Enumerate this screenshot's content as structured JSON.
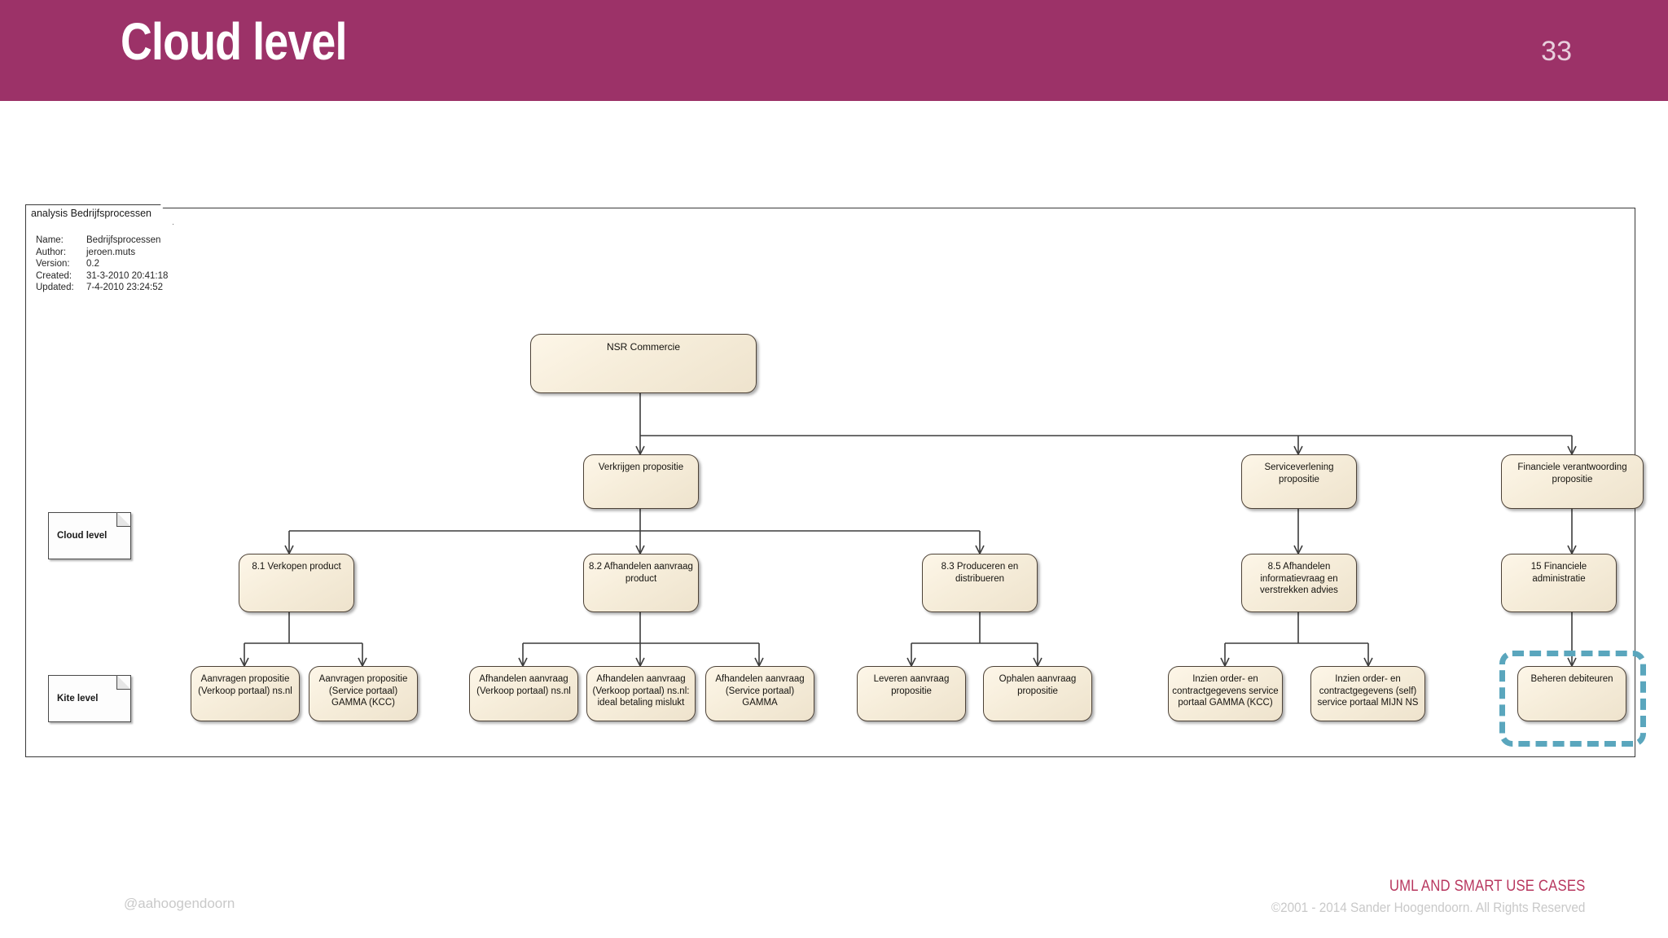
{
  "slide": {
    "title": "Cloud level",
    "number": "33",
    "header_color": "#9c3268"
  },
  "footer": {
    "handle": "@aahoogendoorn",
    "brand": "UML AND SMART USE CASES",
    "copyright": "©2001 - 2014 Sander Hoogendoorn. All Rights Reserved",
    "brand_color": "#b8375f"
  },
  "diagram": {
    "frame_label": "analysis Bedrijfsprocessen",
    "metadata": [
      {
        "key": "Name:",
        "value": "Bedrijfsprocessen"
      },
      {
        "key": "Author:",
        "value": "jeroen.muts"
      },
      {
        "key": "Version:",
        "value": "0.2"
      },
      {
        "key": "Created:",
        "value": "31-3-2010 20:41:18"
      },
      {
        "key": "Updated:",
        "value": "7-4-2010 23:24:52"
      }
    ],
    "notes": [
      {
        "label": "Cloud level"
      },
      {
        "label": "Kite level"
      }
    ],
    "highlight_color": "#5aa6bd",
    "node_fill": "#f6edda",
    "node_border": "#4d4237",
    "nodes": [
      {
        "id": "root",
        "label": "NSR Commercie"
      },
      {
        "id": "l2a",
        "label": "Verkrijgen propositie"
      },
      {
        "id": "l2b",
        "label": "Serviceverlening propositie"
      },
      {
        "id": "l2c",
        "label": "Financiele verantwoording propositie"
      },
      {
        "id": "l3a",
        "label": "8.1 Verkopen product"
      },
      {
        "id": "l3b",
        "label": "8.2 Afhandelen aanvraag product"
      },
      {
        "id": "l3c",
        "label": "8.3 Produceren en distribueren"
      },
      {
        "id": "l3d",
        "label": "8.5 Afhandelen informatievraag en verstrekken advies"
      },
      {
        "id": "l3e",
        "label": "15 Financiele administratie"
      },
      {
        "id": "l4a",
        "label": "Aanvragen propositie (Verkoop portaal) ns.nl"
      },
      {
        "id": "l4b",
        "label": "Aanvragen propositie (Service portaal) GAMMA (KCC)"
      },
      {
        "id": "l4c",
        "label": "Afhandelen aanvraag (Verkoop portaal) ns.nl"
      },
      {
        "id": "l4d",
        "label": "Afhandelen aanvraag (Verkoop portaal) ns.nl: ideal betaling mislukt"
      },
      {
        "id": "l4e",
        "label": "Afhandelen aanvraag (Service portaal) GAMMA"
      },
      {
        "id": "l4f",
        "label": "Leveren aanvraag propositie"
      },
      {
        "id": "l4g",
        "label": "Ophalen aanvraag propositie"
      },
      {
        "id": "l4h",
        "label": "Inzien order- en contractgegevens service portaal GAMMA (KCC)"
      },
      {
        "id": "l4i",
        "label": "Inzien order- en contractgegevens (self) service portaal MIJN NS"
      },
      {
        "id": "l4j",
        "label": "Beheren debiteuren"
      }
    ]
  }
}
